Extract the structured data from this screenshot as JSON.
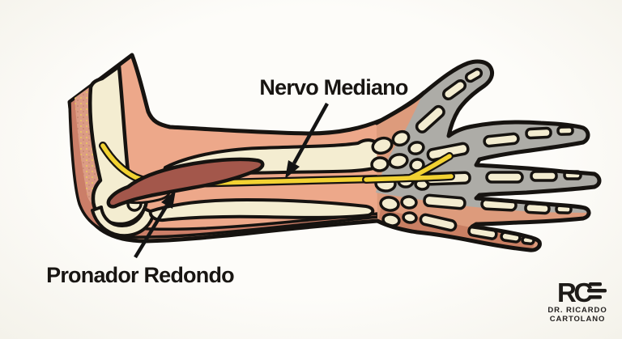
{
  "diagram": {
    "labels": {
      "nerve": "Nervo Mediano",
      "muscle": "Pronador Redondo"
    },
    "subject": "median-nerve-and-pronator-teres-arm-diagram"
  },
  "logo": {
    "monogram": "RC",
    "line1": "DR. RICARDO",
    "line2": "CARTOLANO"
  },
  "colors": {
    "background": "#FCFBF8",
    "outline": "#161310",
    "skin_salmon": "#EDA88A",
    "skin_deep": "#CB7E68",
    "fat_speckle": "#DC9C85",
    "bone_cream": "#F4EDD1",
    "nerve_yellow": "#F2D232",
    "muscle_red": "#A3574B",
    "median_territory_gray": "#ADACA7",
    "hand_salmon": "#DD9B7C",
    "palm_deep_salmon": "#C97F63"
  }
}
